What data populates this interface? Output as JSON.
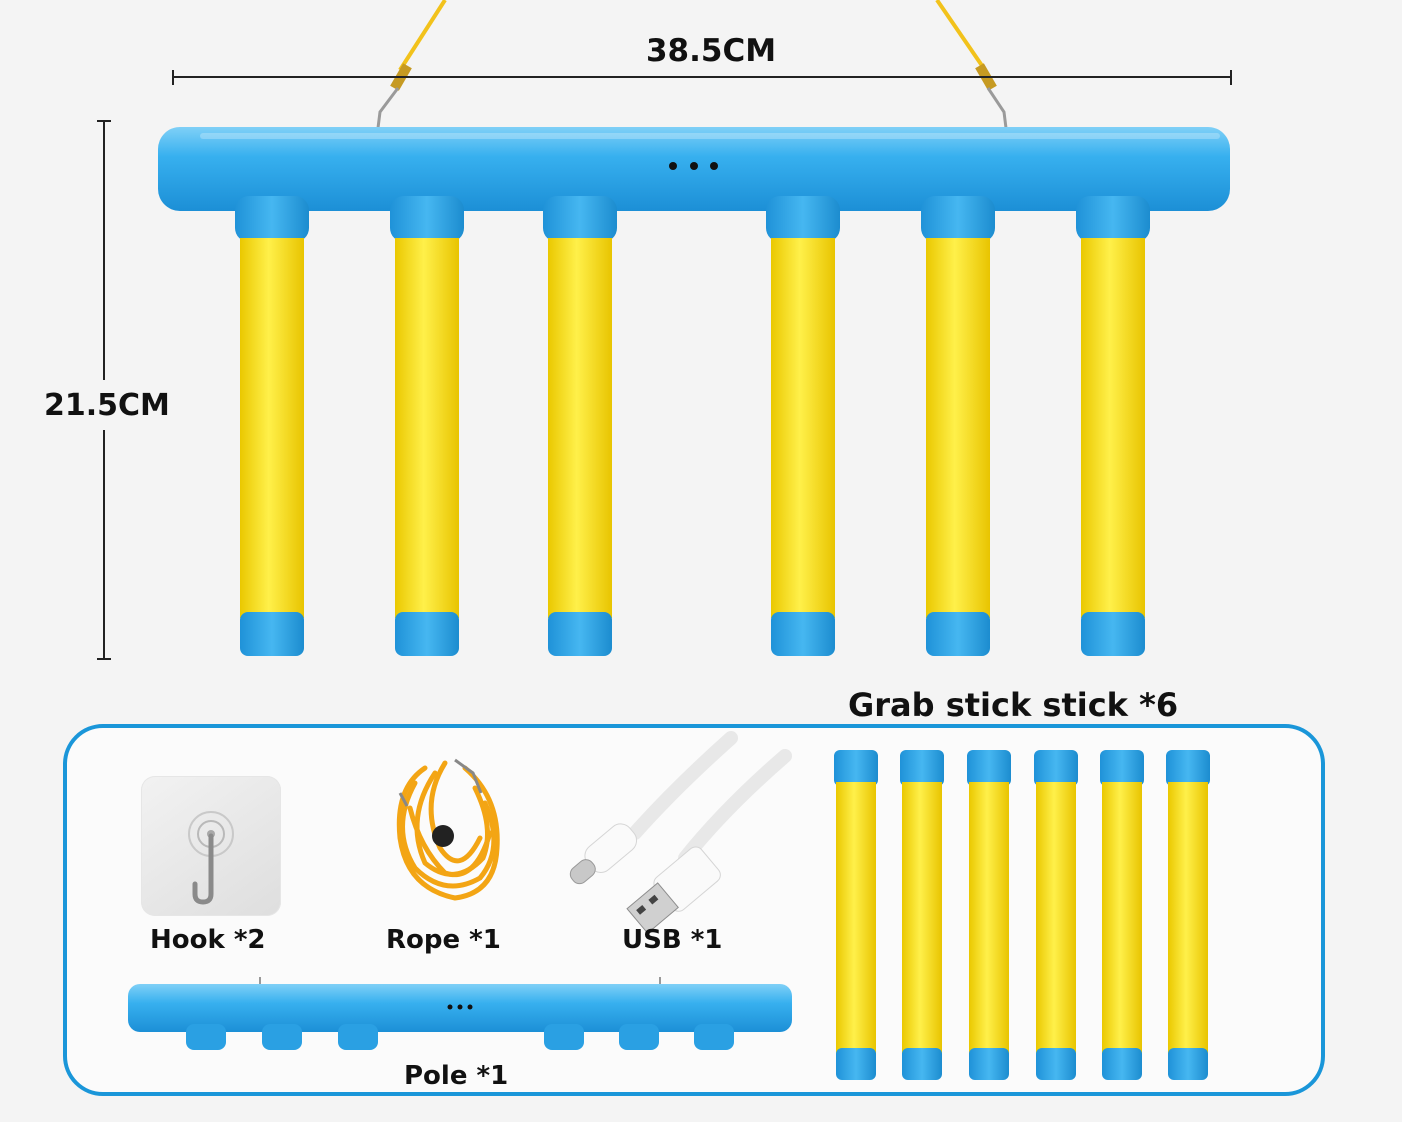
{
  "dimensions": {
    "width_label": "38.5CM",
    "height_label": "21.5CM"
  },
  "accessories": {
    "hook_label": "Hook *2",
    "rope_label": "Rope *1",
    "usb_label": "USB *1",
    "pole_label": "Pole *1",
    "grab_stick_label": "Grab stick stick *6"
  },
  "colors": {
    "blue": "#2aa6e8",
    "yellow": "#f5dc12",
    "rope": "#f3a514",
    "frame": "#1a96d9"
  }
}
